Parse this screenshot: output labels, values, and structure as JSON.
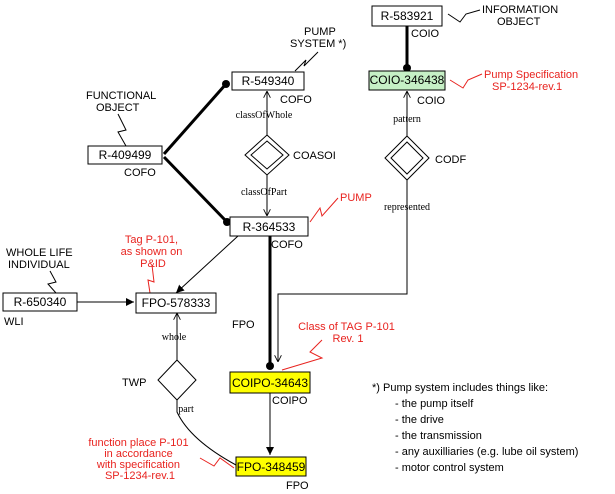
{
  "colors": {
    "line": "#000000",
    "annotation": "#e8231f",
    "yellow_fill": "#ffff00",
    "green_fill": "#c6f0c6",
    "box_fill": "#ffffff"
  },
  "nodes": {
    "r583921": "R-583921",
    "coio346438": "COIO-346438",
    "r549340": "R-549340",
    "r409499": "R-409499",
    "r364533": "R-364533",
    "r650340": "R-650340",
    "fpo578333": "FPO-578333",
    "coipo34643": "COIPO-34643",
    "fpo348459": "FPO-348459"
  },
  "type_labels": {
    "coio_top": "COIO",
    "coio_bottom": "COIO",
    "cofo_549340": "COFO",
    "cofo_409499": "COFO",
    "cofo_364533": "COFO",
    "wli": "WLI",
    "fpo_left": "FPO",
    "coipo": "COIPO",
    "fpo_bottom": "FPO"
  },
  "relations": {
    "coasoi": "COASOI",
    "codf": "CODF",
    "twp": "TWP",
    "class_of_whole": "classOfWhole",
    "class_of_part": "classOfPart",
    "pattern": "pattern",
    "represented": "represented",
    "whole": "whole",
    "part": "part"
  },
  "callouts": {
    "information_object": [
      "INFORMATION",
      "OBJECT"
    ],
    "pump_system": [
      "PUMP",
      "SYSTEM *)"
    ],
    "functional_object": [
      "FUNCTIONAL",
      "OBJECT"
    ],
    "whole_life_individual": [
      "WHOLE LIFE",
      "INDIVIDUAL"
    ]
  },
  "annotations": {
    "pump_specification": [
      "Pump Specification",
      "SP-1234-rev.1"
    ],
    "pump": "PUMP",
    "tag_p101": [
      "Tag P-101,",
      "as shown on",
      "P&ID"
    ],
    "class_of_tag": [
      "Class of TAG P-101",
      "Rev. 1"
    ],
    "function_place": [
      "function place P-101",
      "in accordance",
      "with specification",
      "SP-1234-rev.1"
    ]
  },
  "note": {
    "title": "*) Pump system includes things like:",
    "items": [
      "- the pump itself",
      "- the drive",
      "- the transmission",
      "- any auxilliaries (e.g. lube oil system)",
      "- motor control system"
    ]
  }
}
